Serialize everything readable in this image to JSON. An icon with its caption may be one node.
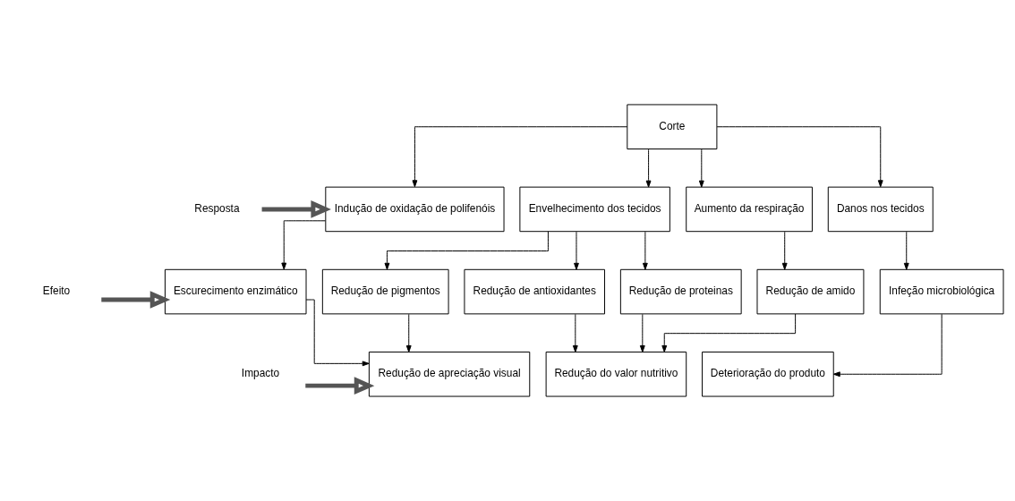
{
  "diagram": {
    "nodes": [
      {
        "text": [
          "Corte"
        ]
      },
      {
        "text": [
          "Indução de oxidação de polifenóis"
        ]
      },
      {
        "text": [
          "Envelhecimento dos tecidos"
        ]
      },
      {
        "text": [
          "Aumento da respiração"
        ]
      },
      {
        "text": [
          "Danos nos tecidos"
        ]
      },
      {
        "text": [
          "Escurecimento enzimático"
        ]
      },
      {
        "text": [
          "Redução de pigmentos"
        ]
      },
      {
        "text": [
          "Redução de antioxidantes"
        ]
      },
      {
        "text": [
          "Redução de proteinas"
        ]
      },
      {
        "text": [
          "Redução de amido"
        ]
      },
      {
        "text": [
          "Infeção microbiológica"
        ]
      },
      {
        "text": [
          "Redução de apreciação visual"
        ]
      },
      {
        "text": [
          "Redução do valor nutritivo"
        ]
      },
      {
        "text": [
          "Deterioração do produto"
        ]
      },
      {
        "text": [
          "Resposta"
        ]
      },
      {
        "text": [
          "Efeito"
        ]
      },
      {
        "text": [
          "Impacto"
        ]
      }
    ],
    "edges": [
      {
        "from": 0,
        "to": 1,
        "arrow": "to"
      },
      {
        "from": 0,
        "to": 2,
        "arrow": "to"
      },
      {
        "from": 0,
        "to": 3,
        "arrow": "to"
      },
      {
        "from": 0,
        "to": 4,
        "arrow": "to"
      },
      {
        "from": 1,
        "to": 5,
        "arrow": "to"
      },
      {
        "from": 2,
        "to": 6,
        "arrow": "to"
      },
      {
        "from": 2,
        "to": 7,
        "arrow": "to"
      },
      {
        "from": 2,
        "to": 8,
        "arrow": "to"
      },
      {
        "from": 3,
        "to": 9,
        "arrow": "to"
      },
      {
        "from": 4,
        "to": 10,
        "arrow": "to"
      },
      {
        "from": 5,
        "to": 11,
        "arrow": "to"
      },
      {
        "from": 6,
        "to": 11,
        "arrow": "to"
      },
      {
        "from": 7,
        "to": 12,
        "arrow": "to"
      },
      {
        "from": 8,
        "to": 12,
        "arrow": "to"
      },
      {
        "from": 9,
        "to": 12,
        "arrow": "to"
      },
      {
        "from": 10,
        "to": 13,
        "arrow": "to"
      },
      {
        "from": 14,
        "to": 1,
        "arrow": "to",
        "style": "thick"
      },
      {
        "from": 15,
        "to": 5,
        "arrow": "to",
        "style": "thick"
      },
      {
        "from": 16,
        "to": 11,
        "arrow": "to",
        "style": "thick"
      }
    ]
  }
}
